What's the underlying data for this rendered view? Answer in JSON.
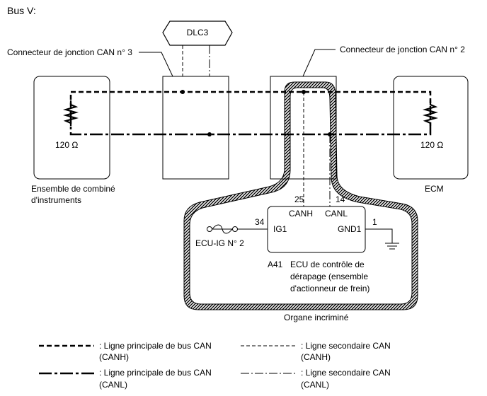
{
  "title": "Bus V:",
  "dlc3": "DLC3",
  "junction_connector_3": "Connecteur de jonction CAN n° 3",
  "junction_connector_2": "Connecteur de jonction CAN n° 2",
  "resistor_left": "120 Ω",
  "resistor_right": "120 Ω",
  "combination_meter_line1": "Ensemble de combiné",
  "combination_meter_line2": "d'instruments",
  "ecm": "ECM",
  "pin_canh_number": "25",
  "pin_canl_number": "14",
  "pin_canh": "CANH",
  "pin_canl": "CANL",
  "pin_ig1_number": "34",
  "pin_ig1": "IG1",
  "pin_gnd1_number": "1",
  "pin_gnd1": "GND1",
  "fuse_label": "ECU-IG N° 2",
  "ecu_code": "A41",
  "ecu_line1": "ECU de contrôle de",
  "ecu_line2": "dérapage (ensemble",
  "ecu_line3": "d'actionneur de frein)",
  "faulty_part": "Organe incriminé",
  "legend": {
    "main_canh_line1": ": Ligne principale de bus CAN",
    "main_canh_line2": "(CANH)",
    "branch_canh_line1": ": Ligne secondaire CAN",
    "branch_canh_line2": "(CANH)",
    "main_canl_line1": ": Ligne principale de bus CAN",
    "main_canl_line2": "(CANL)",
    "branch_canl_line1": ": Ligne secondaire CAN",
    "branch_canl_line2": "(CANL)"
  }
}
